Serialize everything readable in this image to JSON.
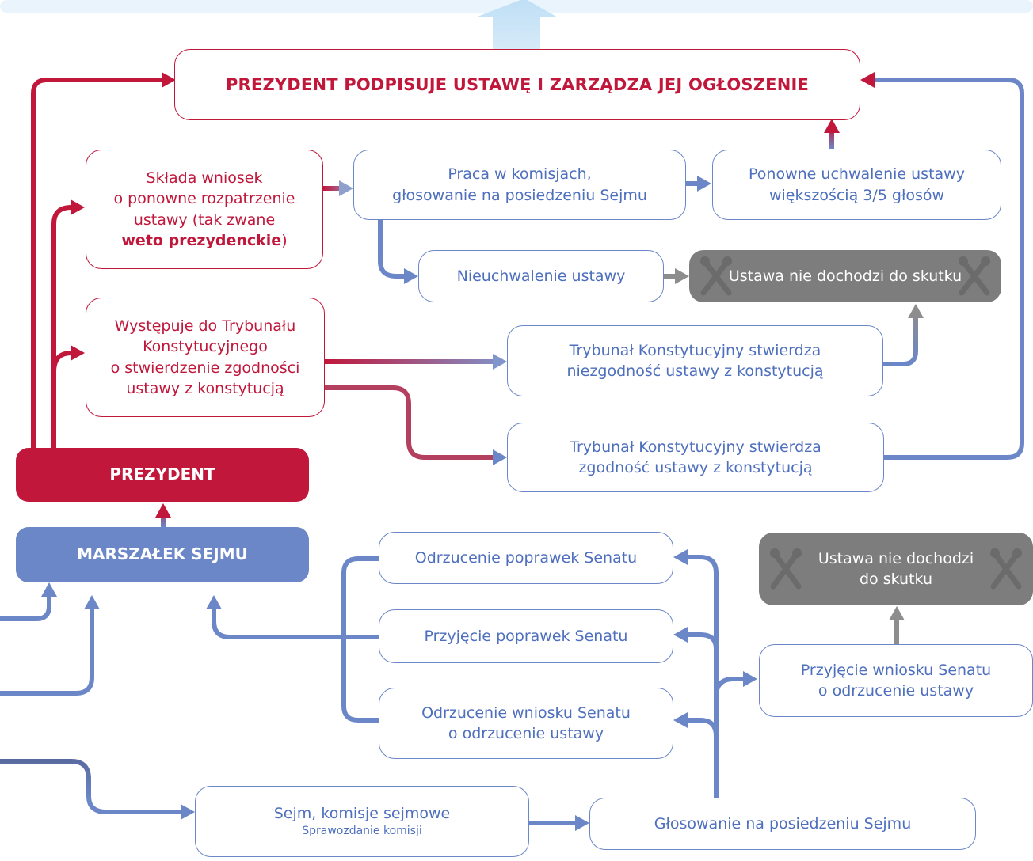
{
  "boxes": {
    "president_signs": "PREZYDENT PODPISUJE USTAWĘ I ZARZĄDZA JEJ OGŁOSZENIE",
    "veto": {
      "line1": "Składa wniosek",
      "line2": "o ponowne rozpatrzenie",
      "line3": "ustawy (tak zwane",
      "bold": "weto prezydenckie",
      "close": ")"
    },
    "committee_work": {
      "line1": "Praca w komisjach,",
      "line2": "głosowanie na posiedzeniu Sejmu"
    },
    "repassing": {
      "line1": "Ponowne uchwalenie ustawy",
      "line2": "większością 3/5 głosów"
    },
    "not_passed": "Nieuchwalenie ustawy",
    "not_effective_top": "Ustawa nie dochodzi do skutku",
    "tribunal_request": {
      "line1": "Występuje do Trybunału",
      "line2": "Konstytucyjnego",
      "line3": "o stwierdzenie zgodności",
      "line4": "ustawy z konstytucją"
    },
    "tribunal_non_compliant": {
      "line1": "Trybunał Konstytucyjny stwierdza",
      "line2": "niezgodność ustawy z konstytucją"
    },
    "tribunal_compliant": {
      "line1": "Trybunał Konstytucyjny stwierdza",
      "line2": "zgodność ustawy z konstytucją"
    },
    "president": "PREZYDENT",
    "marshal": "MARSZAŁEK SEJMU",
    "reject_amendments": "Odrzucenie poprawek Senatu",
    "accept_amendments": "Przyjęcie poprawek Senatu",
    "reject_motion": {
      "line1": "Odrzucenie wniosku Senatu",
      "line2": "o odrzucenie ustawy"
    },
    "not_effective_bottom": {
      "line1": "Ustawa nie dochodzi",
      "line2": "do skutku"
    },
    "accept_motion": {
      "line1": "Przyjęcie wniosku Senatu",
      "line2": "o odrzucenie ustawy"
    },
    "sejm_committees": {
      "line1": "Sejm, komisje sejmowe",
      "line2": "Sprawozdanie komisji"
    },
    "sejm_vote": "Głosowanie na posiedzeniu Sejmu"
  },
  "colors": {
    "red": "#c0173b",
    "blue": "#6b87c7",
    "blue_text": "#4e6fbd",
    "gray": "#7d7d7d",
    "arrow_gray": "#8d8d8d",
    "light_blue": "#d6eaf8"
  },
  "icons": {
    "gray_box_decoration": "crossed-tools-icon"
  }
}
